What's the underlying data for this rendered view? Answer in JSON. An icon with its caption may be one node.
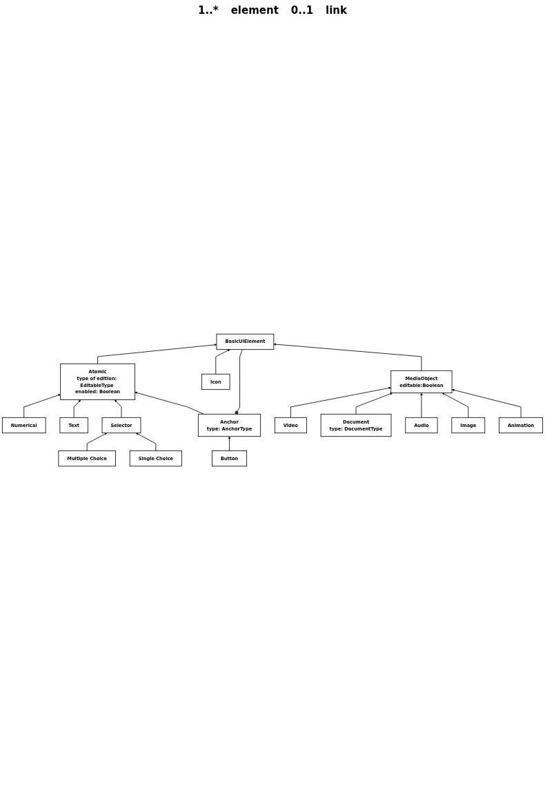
{
  "diagram": {
    "nodes": [
      {
        "text": [
          "BasicUiElement"
        ]
      },
      {
        "text": [
          "Atomic",
          "type of edition: EditableType enabled: Boolean"
        ]
      },
      {
        "text": [
          "Icon"
        ]
      },
      {
        "text": [
          "Numerical"
        ]
      },
      {
        "text": [
          "Text"
        ]
      },
      {
        "text": [
          "Selector"
        ]
      },
      {
        "text": [
          "Anchor",
          "type: AnchorType"
        ]
      },
      {
        "text": [
          "Single Choice"
        ]
      },
      {
        "text": [
          "Multiple Choice"
        ]
      },
      {
        "text": [
          "Button"
        ]
      },
      {
        "text": [
          "MediaObject",
          "editable:Boolean"
        ]
      },
      {
        "text": [
          "Video"
        ]
      },
      {
        "text": [
          "Document",
          "type: DocumentType"
        ]
      },
      {
        "text": [
          "Audio"
        ]
      },
      {
        "text": [
          "Image"
        ]
      },
      {
        "text": [
          "Animation"
        ]
      }
    ],
    "edges": [
      {
        "from": 6,
        "to": 0,
        "arrow": "other"
      },
      {
        "from": 1,
        "to": 0,
        "arrow": "to"
      },
      {
        "from": 2,
        "to": 0,
        "arrow": "to"
      },
      {
        "from": 10,
        "to": 0,
        "arrow": "to"
      },
      {
        "from": 3,
        "to": 1,
        "arrow": "to"
      },
      {
        "from": 4,
        "to": 1,
        "arrow": "to"
      },
      {
        "from": 5,
        "to": 1,
        "arrow": "to"
      },
      {
        "from": 6,
        "to": 1,
        "arrow": "to"
      },
      {
        "from": 7,
        "to": 5,
        "arrow": "to"
      },
      {
        "from": 8,
        "to": 5,
        "arrow": "to"
      },
      {
        "from": 9,
        "to": 6,
        "arrow": "to"
      },
      {
        "from": 11,
        "to": 10,
        "arrow": "to"
      },
      {
        "from": 12,
        "to": 10,
        "arrow": "to"
      },
      {
        "from": 13,
        "to": 10,
        "arrow": "to"
      },
      {
        "from": 14,
        "to": 10,
        "arrow": "to"
      },
      {
        "from": 15,
        "to": 10,
        "arrow": "to"
      }
    ],
    "labels": [
      "1..*",
      "element",
      "0..1",
      "link"
    ]
  }
}
